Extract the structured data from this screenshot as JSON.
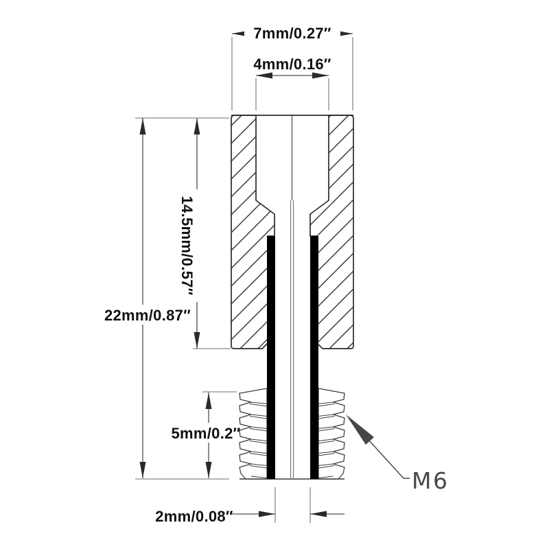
{
  "drawing": {
    "type": "engineering-cross-section",
    "part": "M6 threaded nozzle throat / heat break, section view with hatched walls, black bore liner and external thread"
  },
  "dimensions": {
    "outer_diameter": {
      "label": "7mm/0.27″",
      "mm": 7,
      "inch": 0.27
    },
    "bore_top_diameter": {
      "label": "4mm/0.16″",
      "mm": 4,
      "inch": 0.16
    },
    "upper_body_length": {
      "label": "14.5mm/0.57″",
      "mm": 14.5,
      "inch": 0.57
    },
    "overall_length": {
      "label": "22mm/0.87″",
      "mm": 22,
      "inch": 0.87
    },
    "thread_length": {
      "label": "5mm/0.2″",
      "mm": 5,
      "inch": 0.2
    },
    "bore_diameter": {
      "label": "2mm/0.08″",
      "mm": 2,
      "inch": 0.08
    }
  },
  "thread": {
    "spec": "M6"
  },
  "colors": {
    "background": "#ffffff",
    "outline": "#2b2b2b",
    "hatch": "#2f2f2f",
    "liner": "#000000",
    "dimension_line": "#4d4d4d",
    "witness_line": "#8a8a8a",
    "arrow": "#2a2a2a",
    "text": "#101010",
    "leader": "#474747",
    "center_line": "#6e6e6e",
    "thread_line": "#3c3c3c"
  }
}
